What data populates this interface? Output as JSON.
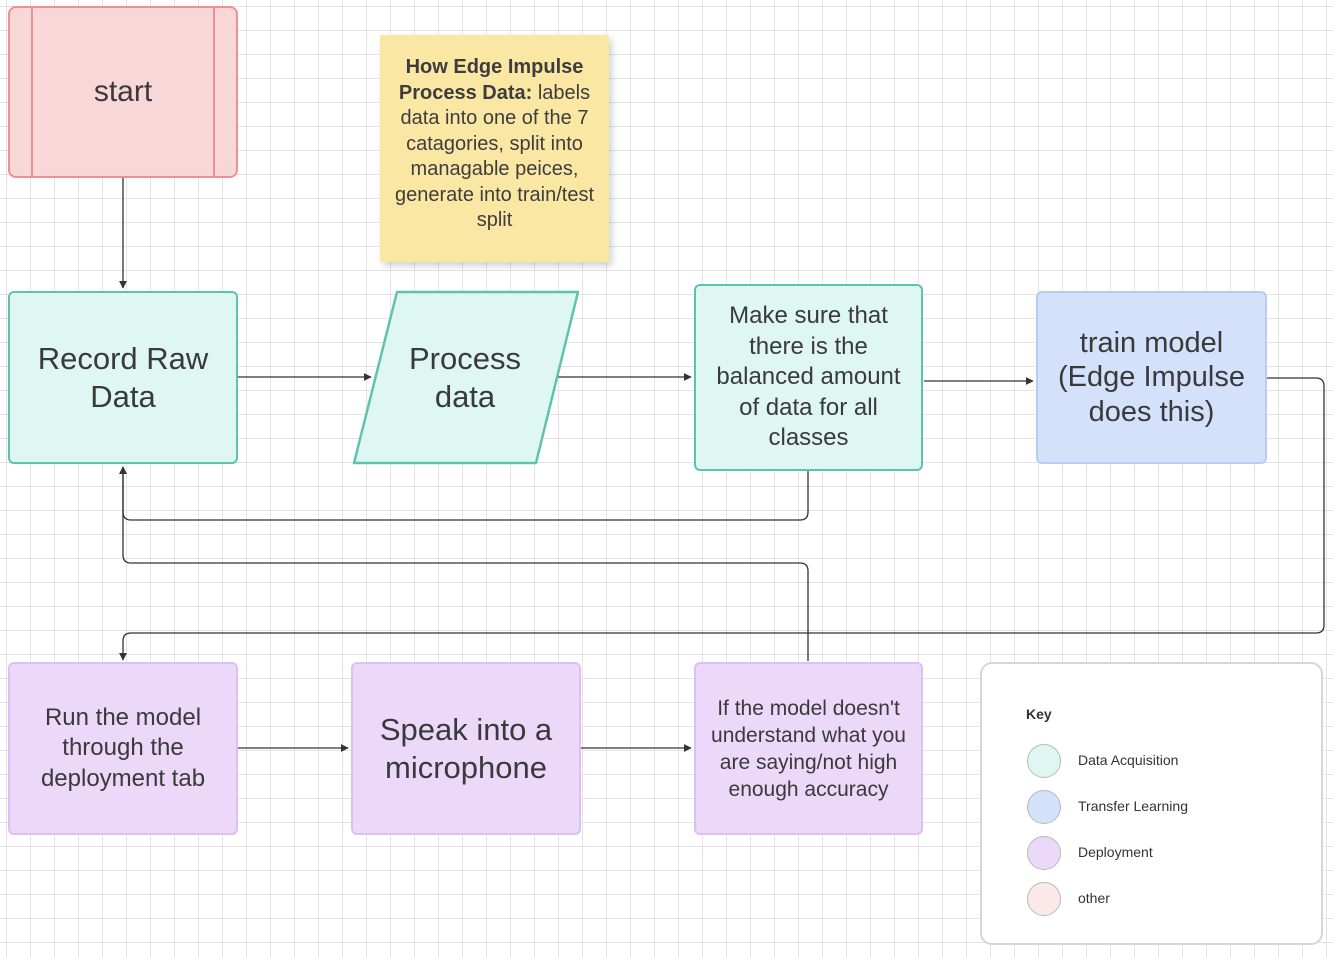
{
  "nodes": {
    "start": "start",
    "record_raw_data": "Record Raw Data",
    "process_data": "Process data",
    "balance_check": "Make sure that there is the balanced amount of data for all classes",
    "train_model": "train model (Edge Impulse does this)",
    "run_model": "Run the model through the deployment tab",
    "speak": "Speak into a microphone",
    "accuracy_check": "If the model doesn't understand what you are saying/not high enough accuracy"
  },
  "note": {
    "bold": "How Edge Impulse Process Data:",
    "text": "labels data into one of the 7 catagories, split into managable peices, generate into train/test split"
  },
  "key": {
    "title": "Key",
    "items": [
      {
        "label": "Data Acquisition",
        "color": "#dff7f3"
      },
      {
        "label": "Transfer Learning",
        "color": "#d4e1fb"
      },
      {
        "label": "Deployment",
        "color": "#ecd9fa"
      },
      {
        "label": "other",
        "color": "#fbe9ea"
      }
    ]
  },
  "colors": {
    "data_acquisition": "#dff7f3",
    "transfer_learning": "#d4e1fb",
    "deployment": "#ecd9fa",
    "start": "#f8d7d9",
    "note": "#fbe7a4",
    "connector": "#333333"
  }
}
